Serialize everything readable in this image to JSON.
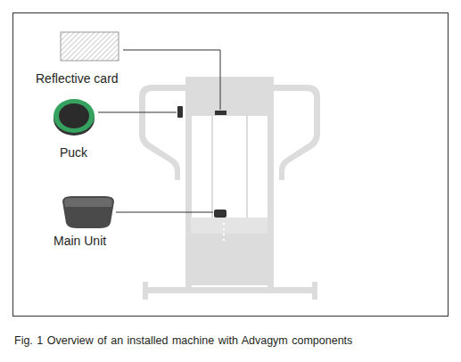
{
  "diagram": {
    "caption": "Fig. 1 Overview of an installed machine with Advagym components",
    "labels": [
      "Reflective card",
      "Puck",
      "Main Unit"
    ]
  }
}
